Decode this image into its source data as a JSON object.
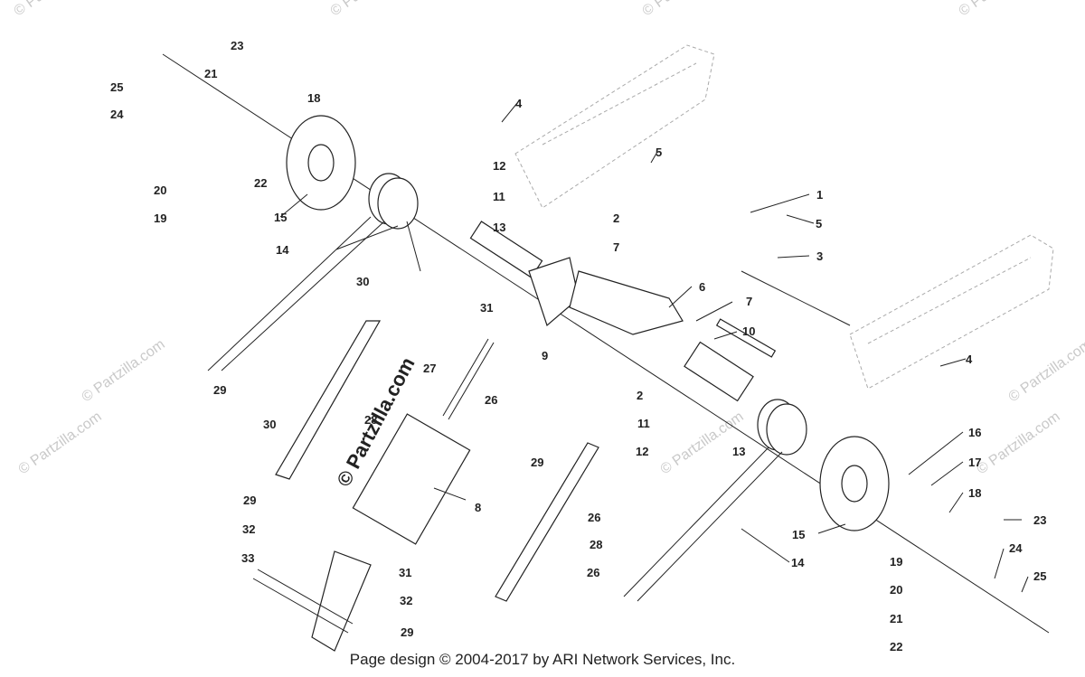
{
  "watermark": {
    "main": "© Partzilla.com",
    "corner": "© Partzilla.com"
  },
  "footer": {
    "text": "Page design © 2004-2017 by ARI Network Services, Inc."
  },
  "callouts": [
    "1",
    "2",
    "2",
    "3",
    "4",
    "4",
    "5",
    "5",
    "6",
    "7",
    "7",
    "8",
    "9",
    "10",
    "11",
    "11",
    "12",
    "12",
    "13",
    "13",
    "14",
    "14",
    "15",
    "15",
    "16",
    "17",
    "18",
    "18",
    "19",
    "19",
    "20",
    "20",
    "21",
    "21",
    "22",
    "22",
    "23",
    "23",
    "24",
    "24",
    "25",
    "25",
    "26",
    "26",
    "26",
    "27",
    "28",
    "28",
    "29",
    "29",
    "29",
    "29",
    "30",
    "30",
    "31",
    "31",
    "32",
    "32",
    "33"
  ]
}
